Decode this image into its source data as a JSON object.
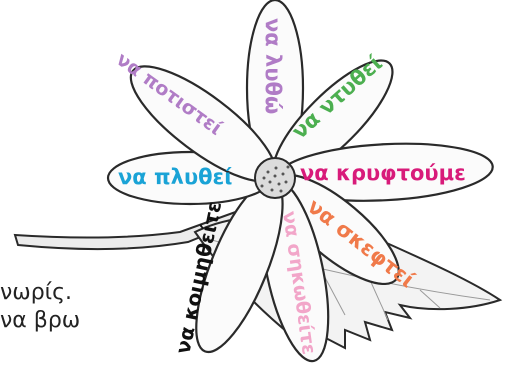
{
  "petal_words": [
    {
      "text": "να λυθώ",
      "color": "#b07cc6"
    },
    {
      "text": "να ντυθεί",
      "color": "#4caf50"
    },
    {
      "text": "να κρυφτούμε",
      "color": "#d81b7a"
    },
    {
      "text": "να σκεφτεί",
      "color": "#f07a4a"
    },
    {
      "text": "να σηκωθείτε",
      "color": "#f2a6c9"
    },
    {
      "text": "να κοιμηθείτε",
      "color": "#111111"
    },
    {
      "text": "να πλυθεί",
      "color": "#1aa3d6"
    },
    {
      "text": "να ποτιστεί",
      "color": "#b07cc6"
    }
  ],
  "side_text": {
    "line1": "νωρίς.",
    "line2": "να βρω"
  }
}
